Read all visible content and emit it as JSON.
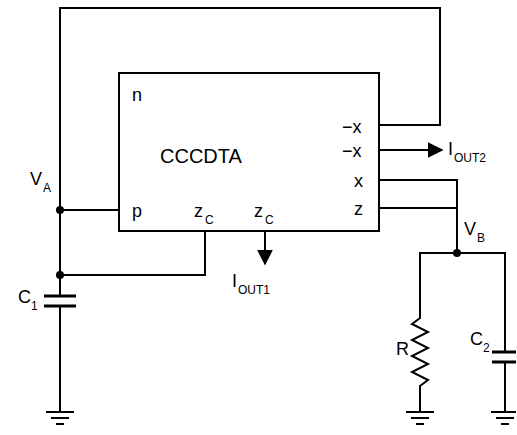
{
  "diagram": {
    "nodes": [
      {
        "text": [
          "CCCDTA",
          "n",
          "p",
          "z",
          "C",
          "z",
          "C",
          "−x",
          "−x",
          "x",
          "z"
        ]
      }
    ],
    "labels": [
      "V",
      "A",
      "V",
      "B",
      "I",
      "OUT1",
      "I",
      "OUT2",
      "C",
      "1",
      "R",
      "C",
      "2"
    ]
  }
}
